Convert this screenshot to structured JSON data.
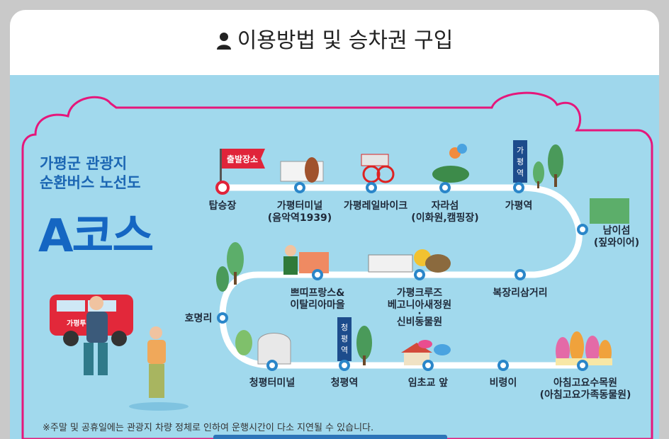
{
  "header": {
    "title": "이용방법 및 승차권 구입",
    "icon": "person-icon"
  },
  "map": {
    "title_line1": "가평군 관광지",
    "title_line2": "순환버스 노선도",
    "course": "A코스",
    "start_flag": "출발장소",
    "bus_label": "가평투어",
    "sign_gapyeong": [
      "가",
      "평",
      "역"
    ],
    "sign_cheongpyeong": [
      "청",
      "평",
      "역"
    ],
    "stops": [
      {
        "id": "tapseungjang",
        "lines": [
          "탑승장"
        ]
      },
      {
        "id": "gapyeong-terminal",
        "lines": [
          "가평터미널",
          "(음악역1939)"
        ]
      },
      {
        "id": "rail-bike",
        "lines": [
          "가평레일바이크"
        ]
      },
      {
        "id": "jaraseom",
        "lines": [
          "자라섬",
          "(이화원,캠핑장)"
        ]
      },
      {
        "id": "gapyeong-station",
        "lines": [
          "가평역"
        ]
      },
      {
        "id": "namiseom",
        "lines": [
          "남이섬",
          "(짚와이어)"
        ]
      },
      {
        "id": "bokjangri",
        "lines": [
          "복장리삼거리"
        ]
      },
      {
        "id": "gapyeong-cruise",
        "lines": [
          "가평크루즈",
          "베고니아새정원",
          "·",
          "신비동물원"
        ]
      },
      {
        "id": "petite-france",
        "lines": [
          "쁘띠프랑스&",
          "이탈리아마을"
        ]
      },
      {
        "id": "homyeongri",
        "lines": [
          "호명리"
        ]
      },
      {
        "id": "cheongpyeong-terminal",
        "lines": [
          "청평터미널"
        ]
      },
      {
        "id": "cheongpyeong-station",
        "lines": [
          "청평역"
        ]
      },
      {
        "id": "imchogyo",
        "lines": [
          "임초교 앞"
        ]
      },
      {
        "id": "biryeongi",
        "lines": [
          "비령이"
        ]
      },
      {
        "id": "morning-calm",
        "lines": [
          "아침고요수목원",
          "(아침고요가족동물원)"
        ]
      }
    ],
    "notice": "※주말 및 공휴일에는 관광지 차량 정체로 인하여 운행시간이 다소 지연될 수 있습니다."
  },
  "colors": {
    "accent": "#1566c2",
    "route": "#ffffff",
    "stop_ring": "#2a86c9",
    "start_ring": "#e0243a",
    "map_bg": "#9fd7ec",
    "frame": "#e5177b"
  }
}
